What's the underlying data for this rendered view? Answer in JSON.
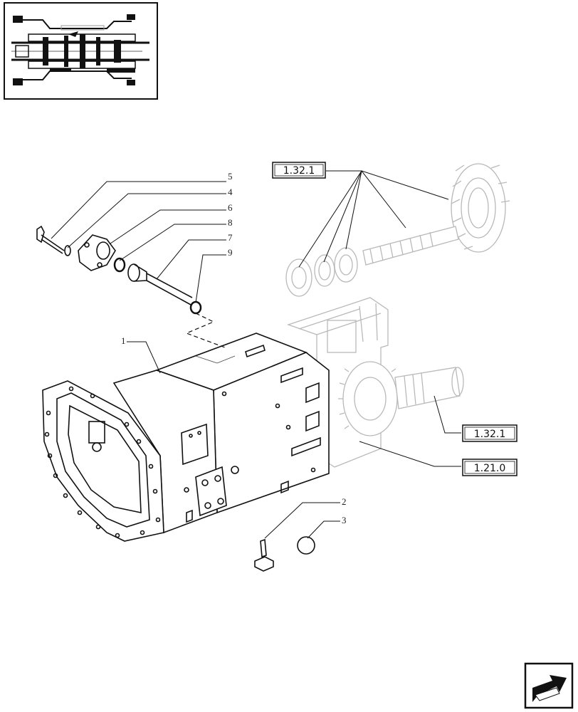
{
  "callouts": {
    "c1": "1",
    "c2": "2",
    "c3": "3",
    "c4": "4",
    "c5": "5",
    "c6": "6",
    "c7": "7",
    "c8": "8",
    "c9": "9"
  },
  "refs": {
    "r_top": "1.32.1",
    "r_mid": "1.32.1",
    "r_low": "1.21.0"
  },
  "icons": {
    "thumbnail": "transmission-section-thumbnail",
    "nav": "next-page-arrow-icon"
  }
}
